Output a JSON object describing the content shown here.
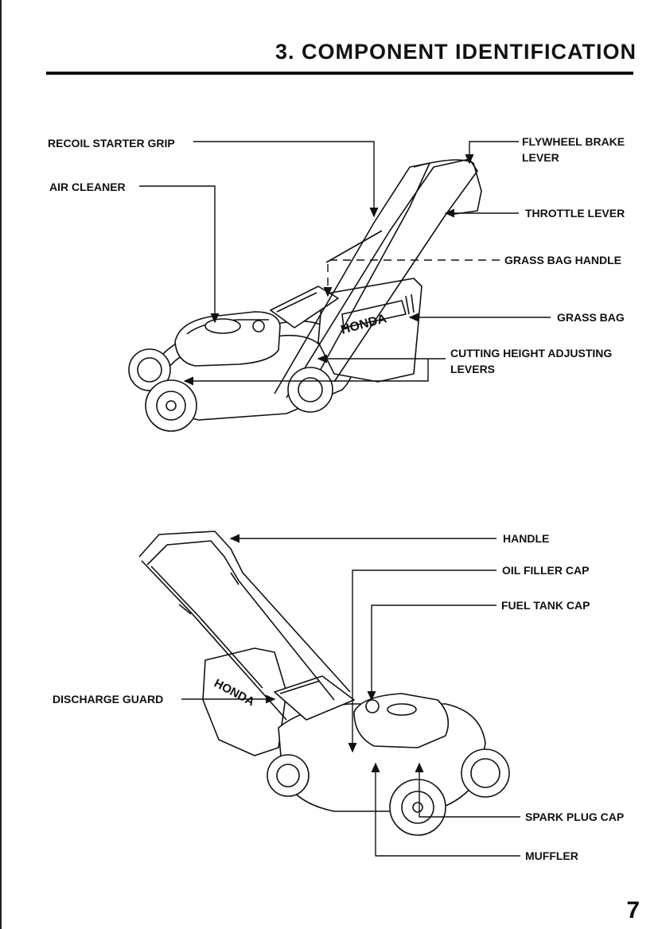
{
  "header": {
    "title": "3. COMPONENT IDENTIFICATION"
  },
  "figure_top": {
    "labels": {
      "recoil_starter_grip": "RECOIL STARTER GRIP",
      "air_cleaner": "AIR CLEANER",
      "flywheel_brake_lever": "FLYWHEEL BRAKE LEVER",
      "throttle_lever": "THROTTLE LEVER",
      "grass_bag_handle": "GRASS BAG HANDLE",
      "grass_bag": "GRASS BAG",
      "cutting_height_adjusting_levers": "CUTTING HEIGHT ADJUSTING LEVERS"
    },
    "brand_marking": "HONDA"
  },
  "figure_bottom": {
    "labels": {
      "handle": "HANDLE",
      "oil_filler_cap": "OIL FILLER CAP",
      "fuel_tank_cap": "FUEL TANK CAP",
      "discharge_guard": "DISCHARGE GUARD",
      "spark_plug_cap": "SPARK PLUG CAP",
      "muffler": "MUFFLER"
    },
    "brand_marking": "HONDA"
  },
  "footer": {
    "page_number": "7"
  }
}
